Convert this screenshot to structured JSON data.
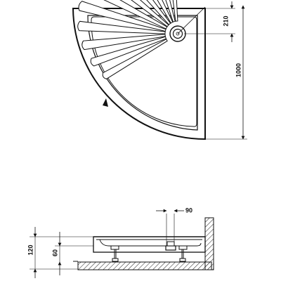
{
  "top_view": {
    "dimensions": {
      "drain_offset": "210",
      "side_length": "1000"
    }
  },
  "side_view": {
    "dimensions": {
      "drain_spacing": "90",
      "total_height": "120",
      "tray_height": "60"
    }
  }
}
